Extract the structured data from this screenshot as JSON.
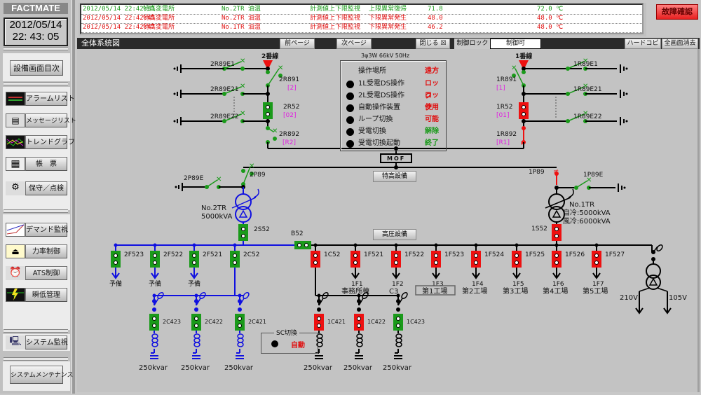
{
  "sidebar": {
    "brand": "FACTMATE",
    "date": "2012/05/14",
    "time": "22: 43: 05",
    "menu_button": "設備画面目次",
    "items": [
      {
        "label": "アラームリスト",
        "icon": "alarm-list-icon"
      },
      {
        "label": "メッセージリスト",
        "icon": "message-list-icon"
      },
      {
        "label": "トレンドグラフ",
        "icon": "trend-graph-icon"
      },
      {
        "label": "帳　票",
        "icon": "report-table-icon"
      },
      {
        "label": "保守／点検",
        "icon": "maintenance-icon"
      },
      {
        "label": "デマンド監視",
        "icon": "demand-chart-icon"
      },
      {
        "label": "力率制御",
        "icon": "power-factor-meter-icon"
      },
      {
        "label": "ATS制御",
        "icon": "alarm-clock-icon"
      },
      {
        "label": "瞬低管理",
        "icon": "voltage-dip-icon"
      },
      {
        "label": "システム監視",
        "icon": "computer-network-icon"
      }
    ],
    "maintenance_button": "システムメンテナンス"
  },
  "alarms": [
    {
      "timestamp": "2012/05/14 22:42:31",
      "location": "特高変電所",
      "equipment": "No.2TR 油温",
      "type": "計測値上下限監視",
      "status": "上限異常復帰",
      "value": "71.8",
      "limit": "72.0 ℃",
      "color": "green"
    },
    {
      "timestamp": "2012/05/14 22:42:45",
      "location": "特高変電所",
      "equipment": "No.2TR 油温",
      "type": "計測値上下限監視",
      "status": "下限異常発生",
      "value": "48.0",
      "limit": "48.0 ℃",
      "color": "red"
    },
    {
      "timestamp": "2012/05/14 22:42:47",
      "location": "特高変電所",
      "equipment": "No.1TR 油温",
      "type": "計測値上下限監視",
      "status": "下限異常発生",
      "value": "46.2",
      "limit": "48.0 ℃",
      "color": "red"
    }
  ],
  "ack_button": "故障確認",
  "titlebar": {
    "title": "全体系統図",
    "prev": "前ページ",
    "next": "次ページ",
    "close": "閉じる ☒",
    "lock": "制御ロック",
    "control_state": "制御可",
    "hardcopy": "ハードコピー",
    "clear": "全画面消去"
  },
  "diagram": {
    "supply_spec": "3φ3W 66kV 50Hz",
    "line2": "2番線",
    "line1": "1番線",
    "mof": "MOF",
    "ehv_button": "特高設備",
    "hv_button": "高圧設備",
    "status_panel": {
      "header": "操作場所",
      "header_value": "遠方",
      "rows": [
        {
          "label": "1L受電DS操作",
          "value": "ロック",
          "color": "#e01010"
        },
        {
          "label": "2L受電DS操作",
          "value": "ロック",
          "color": "#e01010"
        },
        {
          "label": "自動操作装置",
          "value": "使用",
          "color": "#e01010"
        },
        {
          "label": "ループ切換",
          "value": "可能",
          "color": "#e01010"
        },
        {
          "label": "受電切換",
          "value": "解除",
          "color": "#1a9a1a"
        },
        {
          "label": "受電切換起動",
          "value": "終了",
          "color": "#1a9a1a"
        }
      ]
    },
    "line2_devices": {
      "e1": "2R89E1",
      "e21": "2R89E21",
      "e22": "2R89E22",
      "ds1": "2R891",
      "ds1_tag": "[2]",
      "cb": "2R52",
      "cb_tag": "[02]",
      "ds2": "2R892",
      "ds2_tag": "[R2]"
    },
    "line1_devices": {
      "e1": "1R89E1",
      "e21": "1R89E21",
      "e22": "1R89E22",
      "ds1": "1R891",
      "ds1_tag": "[1]",
      "cb": "1R52",
      "cb_tag": "[01]",
      "ds2": "1R892",
      "ds2_tag": "[R1]"
    },
    "tr2": {
      "ds": "2P89",
      "es": "2P89E",
      "name": "No.2TR",
      "rating": "5000kVA",
      "cb": "2S52"
    },
    "tr1": {
      "ds": "1P89",
      "es": "1P89E",
      "name": "No.1TR",
      "rating1": "自冷:5000kVA",
      "rating2": "風冷:6000kVA",
      "cb": "1S52"
    },
    "bus_tie": "B52",
    "left_feeders": [
      {
        "cb": "2F523",
        "load": "予備"
      },
      {
        "cb": "2F522",
        "load": "予備"
      },
      {
        "cb": "2F521",
        "load": "予備"
      },
      {
        "cb": "2C52",
        "load": ""
      }
    ],
    "right_feeders": [
      {
        "cb": "1C52",
        "id": "",
        "load": ""
      },
      {
        "cb": "1F521",
        "id": "1F1",
        "load": "事務所棟"
      },
      {
        "cb": "1F522",
        "id": "1F2",
        "load": "C3"
      },
      {
        "cb": "1F523",
        "id": "1F3",
        "load": "第1工場"
      },
      {
        "cb": "1F524",
        "id": "1F4",
        "load": "第2工場"
      },
      {
        "cb": "1F525",
        "id": "1F5",
        "load": "第3工場"
      },
      {
        "cb": "1F526",
        "id": "1F6",
        "load": "第4工場"
      },
      {
        "cb": "1F527",
        "id": "1F7",
        "load": "第5工場"
      }
    ],
    "left_caps": [
      {
        "cb": "2C423",
        "rating": "250kvar"
      },
      {
        "cb": "2C422",
        "rating": "250kvar"
      },
      {
        "cb": "2C421",
        "rating": "250kvar"
      }
    ],
    "right_caps": [
      {
        "cb": "1C421",
        "rating": "250kvar",
        "state": "closed"
      },
      {
        "cb": "1C422",
        "rating": "250kvar",
        "state": "closed"
      },
      {
        "cb": "1C423",
        "rating": "250kvar",
        "state": "open"
      }
    ],
    "sc_switch": {
      "label": "SC切換",
      "value": "自動"
    },
    "lv_tr": {
      "v1": "210V",
      "v2": "105V"
    },
    "colors": {
      "closed": "#ee1010",
      "open": "#1a9a1a",
      "dead_line": "#1010e0",
      "live_line": "#000000",
      "tag": "#e020e0"
    }
  }
}
